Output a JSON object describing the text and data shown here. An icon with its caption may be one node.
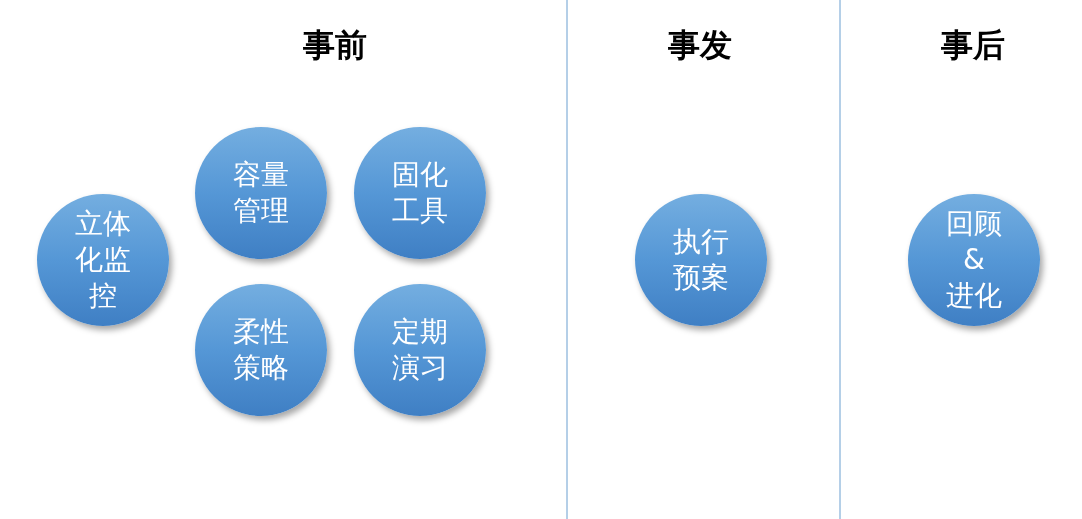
{
  "diagram": {
    "nodes": [
      {
        "text": [
          "立体化监控"
        ]
      },
      {
        "text": [
          "容量管理"
        ]
      },
      {
        "text": [
          "固化工具"
        ]
      },
      {
        "text": [
          "柔性策略"
        ]
      },
      {
        "text": [
          "定期演习"
        ]
      },
      {
        "text": [
          "执行预案"
        ]
      },
      {
        "text": [
          "回顾 & 进化"
        ]
      }
    ],
    "labels": [
      "事前",
      "事发",
      "事后"
    ]
  }
}
